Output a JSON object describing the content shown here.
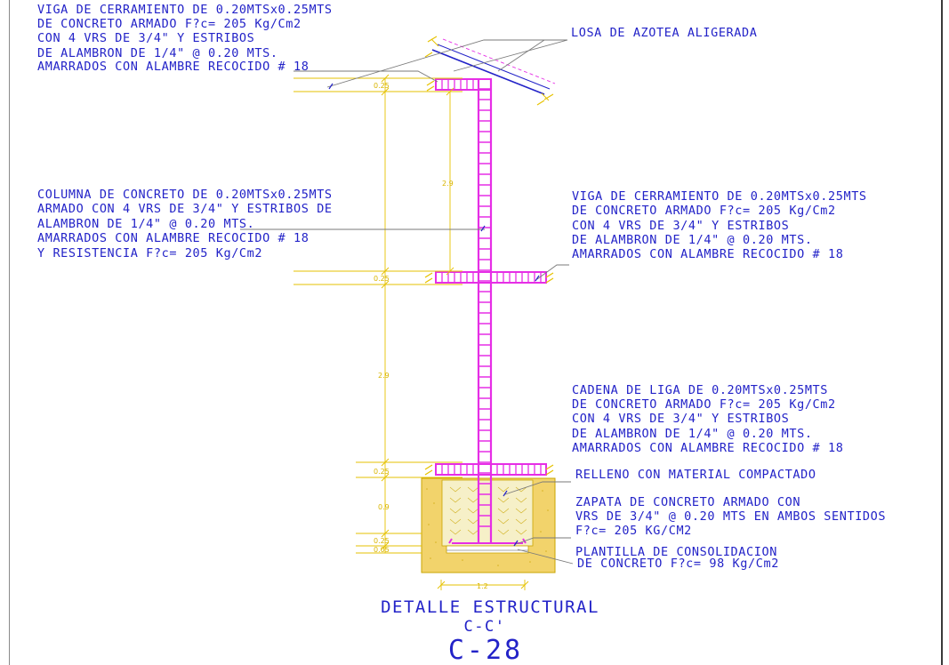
{
  "colors": {
    "structure": "#e62ee6",
    "annotation": "#2323c8",
    "dimension": "#e6c200",
    "fill": "#f2d36b",
    "leader": "#7a7a7a"
  },
  "notes": {
    "top_beam": [
      "VIGA DE CERRAMIENTO DE 0.20MTSx0.25MTS",
      "DE CONCRETO ARMADO F?c= 205 Kg/Cm2",
      "CON 4 VRS DE 3/4\" Y ESTRIBOS",
      "DE ALAMBRON DE 1/4\" @  0.20 MTS.",
      "AMARRADOS CON ALAMBRE RECOCIDO # 18"
    ],
    "roof": "LOSA DE AZOTEA ALIGERADA",
    "column": [
      "COLUMNA DE CONCRETO DE 0.20MTSx0.25MTS",
      "ARMADO CON 4 VRS DE 3/4\" Y ESTRIBOS DE",
      "ALAMBRON DE 1/4\" @  0.20 MTS.",
      "AMARRADOS CON ALAMBRE RECOCIDO # 18",
      "Y RESISTENCIA F?c= 205 Kg/Cm2"
    ],
    "mid_beam": [
      "VIGA DE CERRAMIENTO DE 0.20MTSx0.25MTS",
      "DE CONCRETO ARMADO F?c= 205 Kg/Cm2",
      "CON 4 VRS DE 3/4\" Y ESTRIBOS",
      "DE ALAMBRON DE 1/4\" @  0.20 MTS.",
      "AMARRADOS CON ALAMBRE RECOCIDO # 18"
    ],
    "tie_beam": [
      "CADENA DE LIGA DE 0.20MTSx0.25MTS",
      "DE CONCRETO ARMADO F?c= 205 Kg/Cm2",
      "CON 4 VRS DE 3/4\" Y ESTRIBOS",
      "DE ALAMBRON DE 1/4\" @  0.20 MTS.",
      "AMARRADOS CON ALAMBRE RECOCIDO # 18"
    ],
    "fill": "RELLENO CON MATERIAL COMPACTADO",
    "footing": [
      "ZAPATA DE CONCRETO ARMADO CON",
      "VRS DE 3/4\" @ 0.20 MTS EN AMBOS SENTIDOS",
      "F?c= 205 KG/CM2"
    ],
    "slab": [
      "PLANTILLA DE CONSOLIDACION",
      "DE CONCRETO F?c= 98 Kg/Cm2"
    ]
  },
  "dimensions": {
    "top_beam": "0.25",
    "upper_height": "2.9",
    "mid_beam": "0.25",
    "lower_height": "2.9",
    "tie_beam": "0.25",
    "footing_depth": "0.9",
    "footing_base": "0.25",
    "slab": "0.05",
    "footing_width": "1.2"
  },
  "title": {
    "main": "DETALLE ESTRUCTURAL",
    "section": "C-C'",
    "sheet": "C-28"
  }
}
